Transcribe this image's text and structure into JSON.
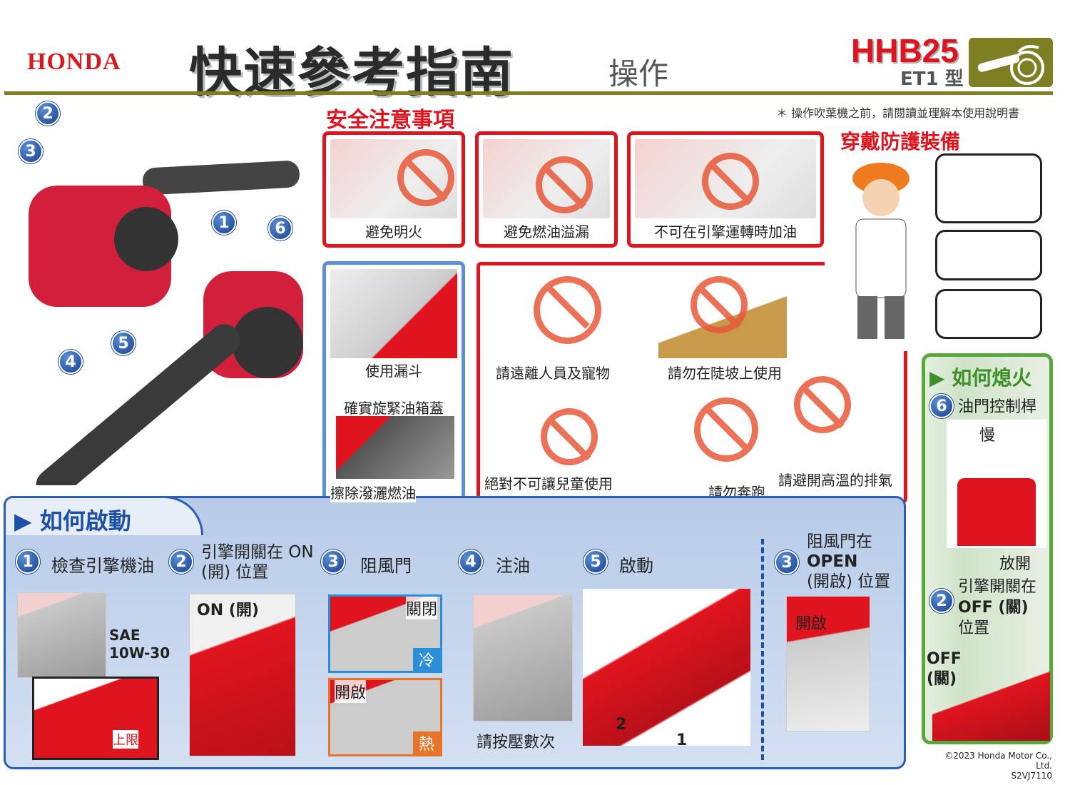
{
  "header": {
    "brand": "HONDA",
    "title": "快速參考指南",
    "section": "操作",
    "model": "HHB25",
    "type": "ET1 型"
  },
  "note": "＊ 操作吹葉機之前，請閱讀並理解本使用說明書",
  "parts_numbers": [
    "1",
    "2",
    "3",
    "4",
    "5",
    "6"
  ],
  "safety": {
    "title": "安全注意事項",
    "items": [
      "避免明火",
      "避免燃油溢漏",
      "不可在引擎運轉時加油"
    ],
    "fuel": {
      "funnel": "使用漏斗",
      "cap": "確實旋緊油箱蓋",
      "wipe": "擦除潑灑燃油"
    },
    "warnings": [
      "請遠離人員及寵物",
      "請勿在陡坡上使用",
      "絕對不可讓兒童使用",
      "請勿奔跑",
      "請避開高溫的排氣"
    ]
  },
  "ppe": {
    "title": "穿戴防護裝備"
  },
  "start": {
    "title": "如何啟動",
    "steps": [
      {
        "n": "1",
        "label": "檢查引擎機油"
      },
      {
        "n": "2",
        "label": "引擎開關在 ON (開) 位置"
      },
      {
        "n": "3",
        "label": "阻風門"
      },
      {
        "n": "4",
        "label": "注油"
      },
      {
        "n": "5",
        "label": "啟動"
      }
    ],
    "oil": {
      "grade": "SAE 10W-30",
      "limit": "上限"
    },
    "switch_on": "ON (開)",
    "choke": {
      "closed": "關閉",
      "cold": "冷",
      "open": "開啟",
      "hot": "熱"
    },
    "primer": "請按壓數次",
    "pull": [
      "2",
      "1"
    ],
    "after": {
      "n": "3",
      "label1": "阻風門在",
      "label2": "OPEN",
      "label3": "(開啟) 位置",
      "open": "開啟"
    }
  },
  "stop": {
    "title": "如何熄火",
    "step6": {
      "n": "6",
      "label": "油門控制桿"
    },
    "slow": "慢",
    "release": "放開",
    "step2": {
      "n": "2",
      "label1": "引擎開關在",
      "label2": "OFF (關)",
      "label3": "位置"
    },
    "off": "OFF",
    "off_cn": "(關)"
  },
  "footer": {
    "copyright": "©2023 Honda Motor Co., Ltd.",
    "code": "S2VJ7110"
  }
}
